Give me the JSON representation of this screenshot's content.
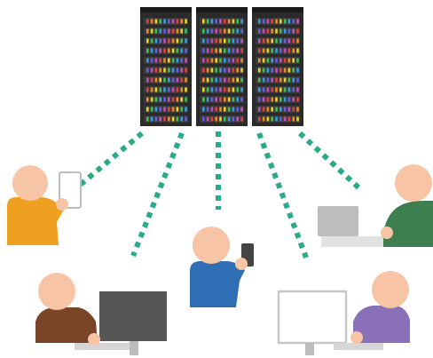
{
  "diagram": {
    "kind": "server-to-users network",
    "server_racks": 3,
    "connections": 5,
    "colors": {
      "rack_body": "#2a2a2a",
      "rack_frame": "#3a3a3a",
      "link": "#2aaa8a",
      "skin": "#f7c4a5",
      "monitor_dark": "#555555",
      "monitor_light_frame": "#c8c8c8"
    },
    "users": [
      {
        "id": "user-tablet",
        "shirt": "#f0a020",
        "device": "tablet-icon"
      },
      {
        "id": "user-phone",
        "shirt": "#2f6db5",
        "device": "phone-icon"
      },
      {
        "id": "user-laptop",
        "shirt": "#3f7e4f",
        "device": "laptop-icon"
      },
      {
        "id": "user-desktop-dark",
        "shirt": "#7a4428",
        "device": "desktop-monitor-icon"
      },
      {
        "id": "user-desktop-light",
        "shirt": "#8a70b8",
        "device": "desktop-monitor-icon"
      }
    ],
    "led_palette": [
      "#e04040",
      "#f08a20",
      "#f0d020",
      "#40c050",
      "#30a0e0",
      "#6060e0",
      "#c050c0"
    ]
  }
}
